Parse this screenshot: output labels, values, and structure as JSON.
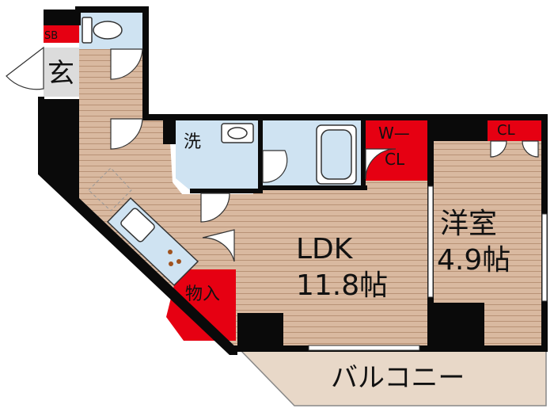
{
  "colors": {
    "wall": "#0a0a0a",
    "floor": "#d9b9a0",
    "floor_line": "#b89276",
    "wet": "#cfe3f2",
    "closet": "#e60012",
    "balcony": "#e8d8c8",
    "entry": "#dcdcdc",
    "paper": "#ffffff"
  },
  "rooms": {
    "sb": "SB",
    "entrance": "玄",
    "washroom": "洗",
    "wcl_top": "W—",
    "wcl_bottom": "CL",
    "cl": "CL",
    "western_name": "洋室",
    "western_size": "4.9帖",
    "ldk_name": "LDK",
    "ldk_size": "11.8帖",
    "storage": "物入",
    "balcony": "バルコニー"
  }
}
